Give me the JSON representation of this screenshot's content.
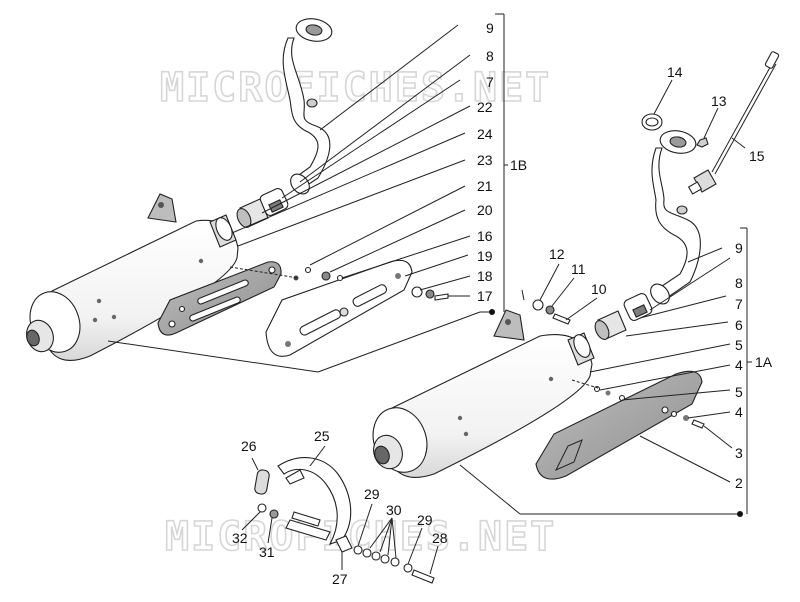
{
  "watermark": "MICROFICHES.NET",
  "labels": {
    "n9a": "9",
    "n8a": "8",
    "n7a": "7",
    "n22": "22",
    "n24": "24",
    "n23": "23",
    "n21": "21",
    "n20": "20",
    "n16": "16",
    "n19": "19",
    "n18": "18",
    "n17": "17",
    "g1b": "1B",
    "n14": "14",
    "n13": "13",
    "n15": "15",
    "n12": "12",
    "n11": "11",
    "n10": "10",
    "n9b": "9",
    "n8b": "8",
    "n7b": "7",
    "n6": "6",
    "n5a": "5",
    "n4a": "4",
    "g1a": "1A",
    "n5b": "5",
    "n4b": "4",
    "n3": "3",
    "n2": "2",
    "n26": "26",
    "n25": "25",
    "n29a": "29",
    "n30": "30",
    "n29b": "29",
    "n28": "28",
    "n32": "32",
    "n31": "31",
    "n27": "27"
  },
  "colors": {
    "part_fill": "#ffffff",
    "shade": "#8a8a8a",
    "dark": "#555555",
    "line": "#222222",
    "watermark": "#d6d6d6"
  }
}
